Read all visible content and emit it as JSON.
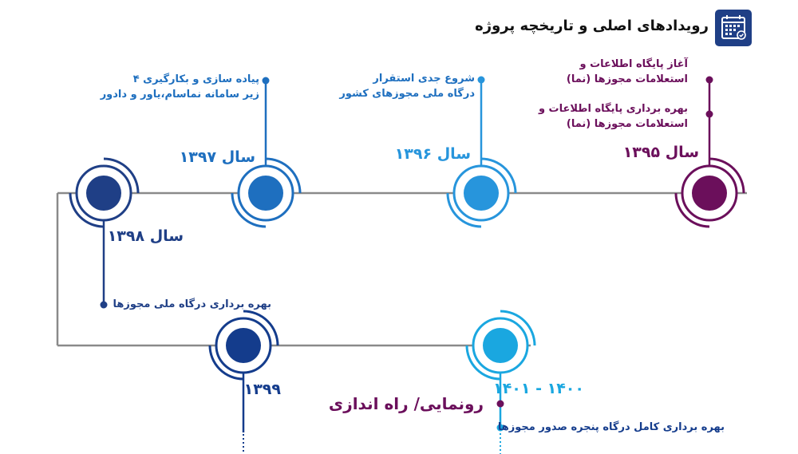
{
  "header": {
    "title": "رویدادهای اصلی و تاریخچه پروژه",
    "icon": "calendar-check-icon"
  },
  "colors": {
    "line": "#8a8a8a",
    "purple": "#6b0f5b",
    "darkblue": "#1f3f86",
    "navy": "#143c8c",
    "midblue": "#1e6fbf",
    "skyblue": "#2795dc",
    "lightblue": "#1aa7e0"
  },
  "milestones": [
    {
      "id": "1395",
      "year_label": "سال ۱۳۹۵",
      "events": [
        "آغاز پایگاه اطلاعات و\nاستعلامات مجوزها (نما)",
        "بهره برداری  پایگاه اطلاعات و\nاستعلامات مجوزها (نما)"
      ]
    },
    {
      "id": "1396",
      "year_label": "سال ۱۳۹۶",
      "events": [
        "شروع جدی استقرار\nدرگاه ملی مجوزهای کشور"
      ]
    },
    {
      "id": "1397",
      "year_label": "سال ۱۳۹۷",
      "events": [
        "پیاده سازی و بکارگیری ۴\nزیر سامانه نماسام،یاور و دادور"
      ]
    },
    {
      "id": "1398",
      "year_label": "سال ۱۳۹۸",
      "events": [
        "بهره برداری درگاه ملی مجوزها"
      ]
    },
    {
      "id": "1399",
      "year_label": "۱۳۹۹",
      "events": []
    },
    {
      "id": "1400",
      "year_label": "۱۴۰۰ - ۱۴۰۱",
      "highlight": "رونمایی/ راه اندازی",
      "events": [
        "بهره برداری کامل درگاه پنجره صدور مجوزها"
      ]
    }
  ]
}
